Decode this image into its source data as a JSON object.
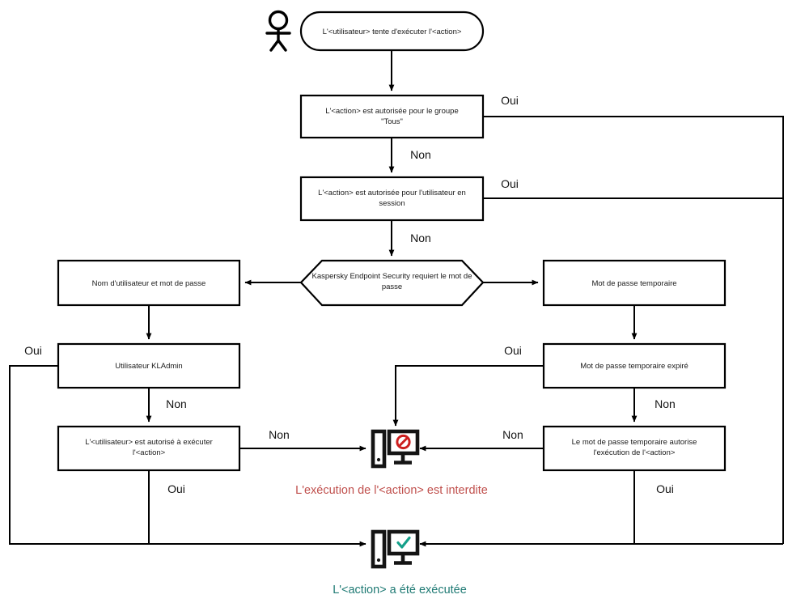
{
  "diagram": {
    "title": "Kaspersky Endpoint Security password check flowchart",
    "language": "fr",
    "colors": {
      "denied": "#c0504d",
      "allowed": "#1f7a74",
      "stroke": "#000000",
      "background": "#ffffff"
    },
    "actor": {
      "name": "user-actor",
      "icon": "person-icon"
    },
    "nodes": {
      "start": "L'<utilisateur> tente d'exécuter l'<action>",
      "allowed_everyone": "L'<action> est autorisée pour le groupe \"Tous\"",
      "allowed_session_user": "L'<action> est autorisée pour l'utilisateur en session",
      "requires_password": "Kaspersky Endpoint Security requiert le mot de passe",
      "username_password": "Nom d'utilisateur et mot de passe",
      "temporary_password": "Mot de passe temporaire",
      "kladmin_user": "Utilisateur KLAdmin",
      "temporary_password_expired": "Mot de passe temporaire expiré",
      "user_authorized": "L'<utilisateur> est autorisé à exécuter l'<action>",
      "temp_password_allows": "Le mot de passe temporaire autorise l'exécution de l'<action>"
    },
    "edge_labels": {
      "yes": "Oui",
      "no": "Non",
      "everyone_yes": "Oui",
      "everyone_no": "Non",
      "session_yes": "Oui",
      "session_no": "Non",
      "kladmin_yes": "Oui",
      "kladmin_no": "Non",
      "authorized_no": "Non",
      "authorized_yes": "Oui",
      "expired_yes": "Oui",
      "expired_no": "Non",
      "temp_allows_no": "Non",
      "temp_allows_yes": "Oui"
    },
    "terminals": {
      "denied": {
        "label": "L'exécution de l'<action> est interdite",
        "icon": "computer-blocked-icon"
      },
      "executed": {
        "label": "L'<action> a été exécutée",
        "icon": "computer-check-icon"
      }
    }
  }
}
